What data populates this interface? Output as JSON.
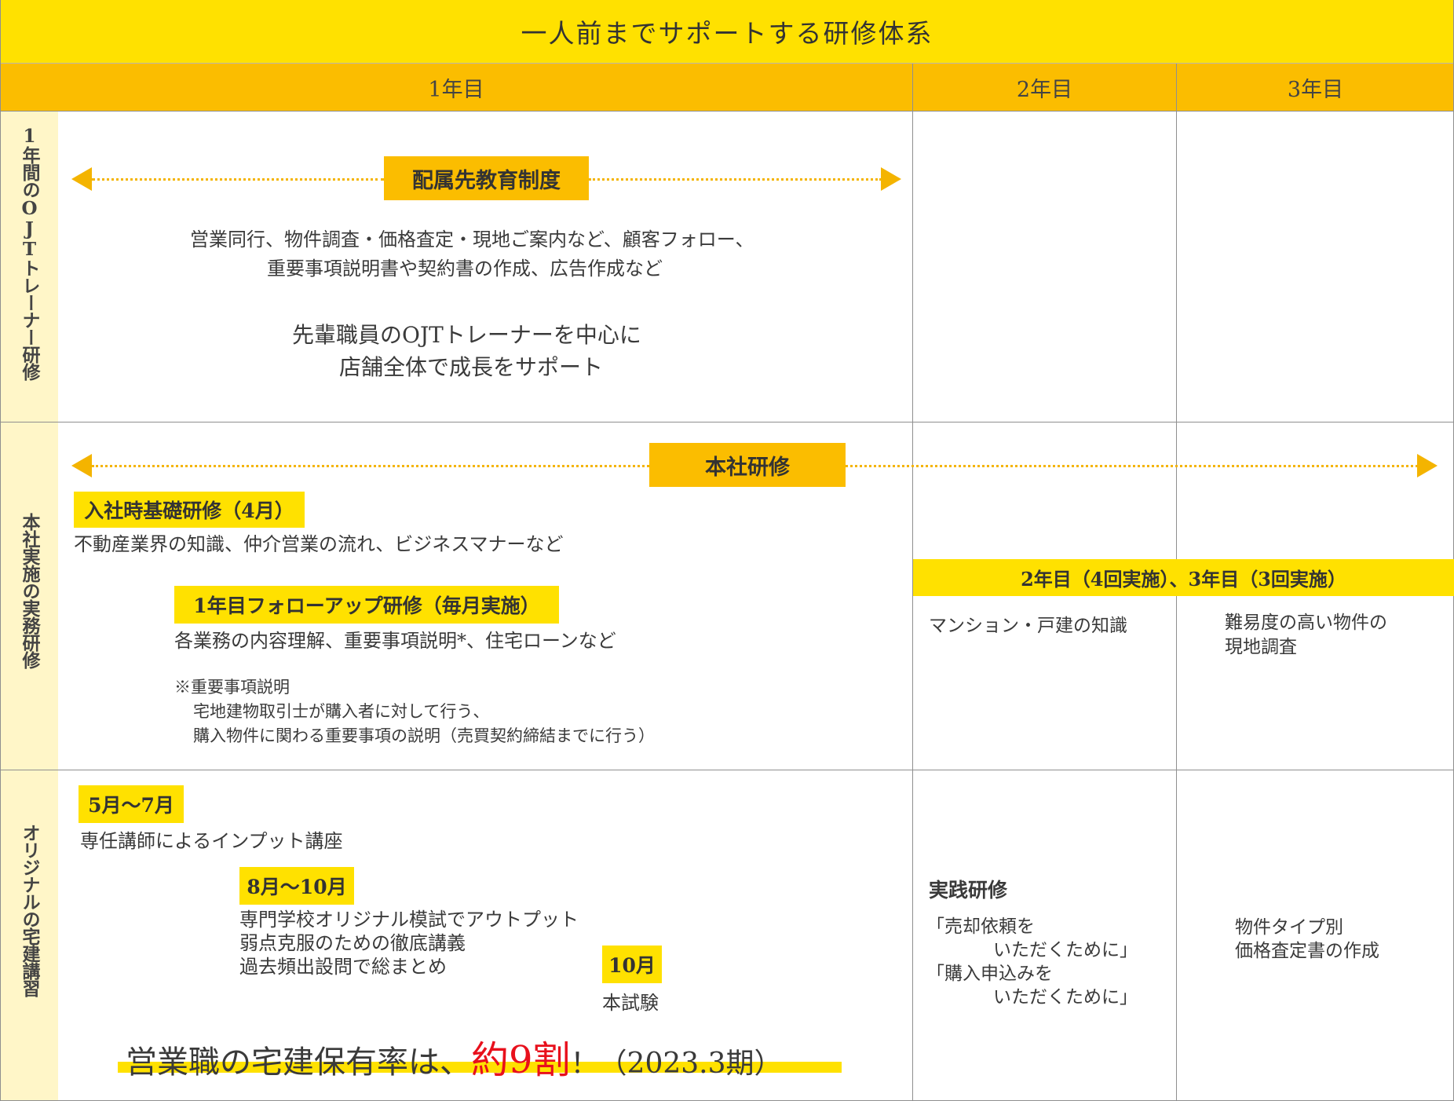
{
  "title": "一人前までサポートする研修体系",
  "headers": {
    "year1": "1年目",
    "year2": "2年目",
    "year3": "3年目"
  },
  "rows": {
    "ojt": {
      "side_label": "1年間のOJTトレーナー研修",
      "tag": "配属先教育制度",
      "desc_line1": "営業同行、物件調査・価格査定・現地ご案内など、顧客フォロー、",
      "desc_line2": "重要事項説明書や契約書の作成、広告作成など",
      "note_line1": "先輩職員のOJTトレーナーを中心に",
      "note_line2": "店舗全体で成長をサポート"
    },
    "honsha": {
      "side_label": "本社実施の実務研修",
      "tag": "本社研修",
      "basic_tag": "入社時基礎研修（4月）",
      "basic_desc": "不動産業界の知識、仲介営業の流れ、ビジネスマナーなど",
      "followup_tag": "1年目フォローアップ研修（毎月実施）",
      "followup_desc": "各業務の内容理解、重要事項説明*、住宅ローンなど",
      "footnote_line1": "※重要事項説明",
      "footnote_line2": "宅地建物取引士が購入者に対して行う、",
      "footnote_line3": "購入物件に関わる重要事項の説明（売買契約締結までに行う）",
      "band": "2年目（4回実施）、3年目（3回実施）",
      "year2_desc": "マンション・戸建の知識",
      "year3_desc_line1": "難易度の高い物件の",
      "year3_desc_line2": "現地調査"
    },
    "takken": {
      "side_label": "オリジナルの宅建講習",
      "tag1": "5月～7月",
      "desc1": "専任講師によるインプット講座",
      "tag2": "8月～10月",
      "desc2_line1": "専門学校オリジナル模試でアウトプット",
      "desc2_line2": "弱点克服のための徹底講義",
      "desc2_line3": "過去頻出設問で総まとめ",
      "tag3": "10月",
      "desc3": "本試験",
      "slogan_pre": "営業職の宅建保有率は、",
      "slogan_emph": "約9割",
      "slogan_post": "！（2023.3期）",
      "year2_title": "実践研修",
      "year2_line1": "「売却依頼を",
      "year2_line2": "いただくために」",
      "year2_line3": "「購入申込みを",
      "year2_line4": "いただくために」",
      "year3_line1": "物件タイプ別",
      "year3_line2": "価格査定書の作成"
    }
  },
  "colors": {
    "yellow": "#ffe100",
    "orange": "#fbbd00",
    "side": "#fff6c8",
    "arrow": "#f4b400",
    "emphasis": "#e8101c"
  }
}
